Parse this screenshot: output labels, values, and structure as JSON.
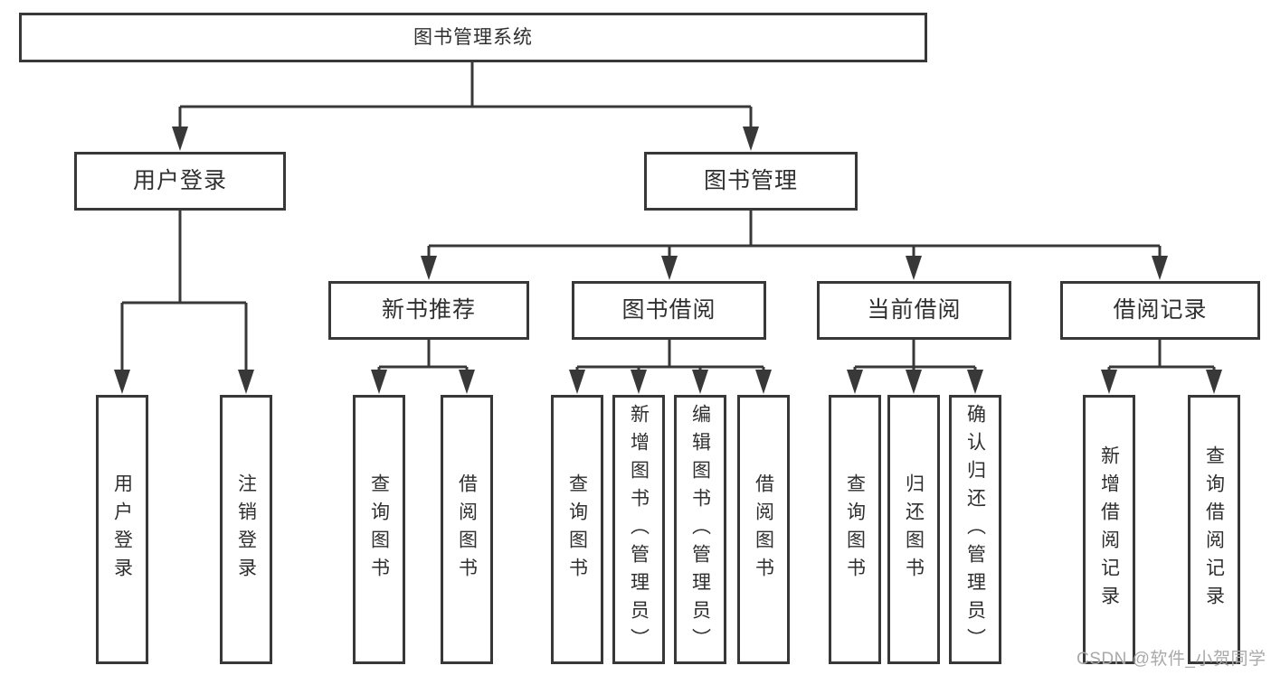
{
  "diagram": {
    "type": "hierarchy-tree",
    "root": {
      "label": "图书管理系统"
    },
    "branches": [
      {
        "label": "用户登录",
        "children": [
          {
            "label": "用户登录"
          },
          {
            "label": "注销登录"
          }
        ]
      },
      {
        "label": "图书管理",
        "children": [
          {
            "label": "新书推荐",
            "children": [
              {
                "label": "查询图书"
              },
              {
                "label": "借阅图书"
              }
            ]
          },
          {
            "label": "图书借阅",
            "children": [
              {
                "label": "查询图书"
              },
              {
                "label": "新增图书（管理员）"
              },
              {
                "label": "编辑图书（管理员）"
              },
              {
                "label": "借阅图书"
              }
            ]
          },
          {
            "label": "当前借阅",
            "children": [
              {
                "label": "查询图书"
              },
              {
                "label": "归还图书"
              },
              {
                "label": "确认归还（管理员）"
              }
            ]
          },
          {
            "label": "借阅记录",
            "children": [
              {
                "label": "新增借阅记录"
              },
              {
                "label": "查询借阅记录"
              }
            ]
          }
        ]
      }
    ],
    "colors": {
      "line": "#383838",
      "text": "#2f2f2f",
      "background": "#ffffff",
      "watermark": "#a9a9a9"
    }
  },
  "watermark": {
    "text": "CSDN @软件_小贺同学"
  }
}
